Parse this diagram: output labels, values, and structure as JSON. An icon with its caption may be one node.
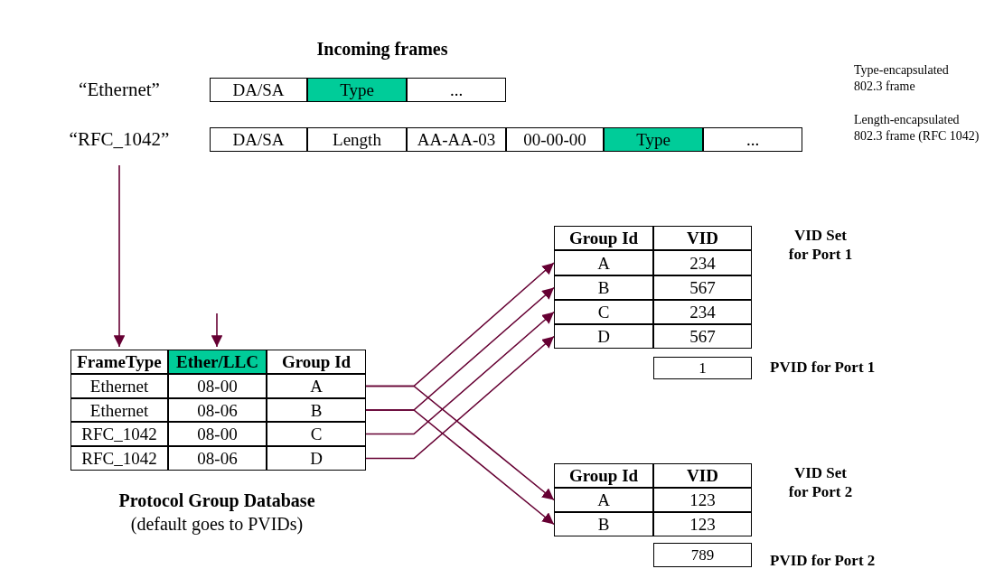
{
  "diagram": {
    "nodes": [
      {
        "text": [
          "“Ethernet”"
        ]
      },
      {
        "text": [
          "DA/SA"
        ]
      },
      {
        "text": [
          "Type"
        ]
      },
      {
        "text": [
          "..."
        ]
      },
      {
        "text": [
          "“RFC_1042”"
        ]
      },
      {
        "text": [
          "DA/SA"
        ]
      },
      {
        "text": [
          "Length"
        ]
      },
      {
        "text": [
          "AA-AA-03"
        ]
      },
      {
        "text": [
          "00-00-00"
        ]
      },
      {
        "text": [
          "Type"
        ]
      },
      {
        "text": [
          "..."
        ]
      },
      {
        "text": [
          "FrameType"
        ]
      },
      {
        "text": [
          "Ether/LLC"
        ]
      },
      {
        "text": [
          "Group Id"
        ]
      },
      {
        "text": [
          "Ethernet"
        ]
      },
      {
        "text": [
          "08-00"
        ]
      },
      {
        "text": [
          "A"
        ]
      },
      {
        "text": [
          "Ethernet"
        ]
      },
      {
        "text": [
          "08-06"
        ]
      },
      {
        "text": [
          "B"
        ]
      },
      {
        "text": [
          "RFC_1042"
        ]
      },
      {
        "text": [
          "08-00"
        ]
      },
      {
        "text": [
          "C"
        ]
      },
      {
        "text": [
          "RFC_1042"
        ]
      },
      {
        "text": [
          "08-06"
        ]
      },
      {
        "text": [
          "D"
        ]
      },
      {
        "text": [
          "Group Id"
        ]
      },
      {
        "text": [
          "VID"
        ]
      },
      {
        "text": [
          "A"
        ]
      },
      {
        "text": [
          "234"
        ]
      },
      {
        "text": [
          "B"
        ]
      },
      {
        "text": [
          "567"
        ]
      },
      {
        "text": [
          "C"
        ]
      },
      {
        "text": [
          "234"
        ]
      },
      {
        "text": [
          "D"
        ]
      },
      {
        "text": [
          "567"
        ]
      },
      {
        "text": [
          "1"
        ]
      },
      {
        "text": [
          "Group Id"
        ]
      },
      {
        "text": [
          "VID"
        ]
      },
      {
        "text": [
          "A"
        ]
      },
      {
        "text": [
          "123"
        ]
      },
      {
        "text": [
          "B"
        ]
      },
      {
        "text": [
          "123"
        ]
      },
      {
        "text": [
          "789"
        ]
      }
    ],
    "edges": [
      {
        "from": 4,
        "to": 11,
        "arrow": "to"
      },
      {
        "from": null,
        "to": 12,
        "arrow": "to"
      },
      {
        "from": 16,
        "to": 28,
        "arrow": "to"
      },
      {
        "from": 19,
        "to": 30,
        "arrow": "to"
      },
      {
        "from": 22,
        "to": 32,
        "arrow": "to"
      },
      {
        "from": 25,
        "to": 34,
        "arrow": "to"
      },
      {
        "from": 16,
        "to": 39,
        "arrow": "to"
      },
      {
        "from": 19,
        "to": 41,
        "arrow": "to"
      }
    ],
    "labels": [
      "Incoming frames",
      "Type-encapsulated 802.3 frame",
      "Length-encapsulated 802.3 frame (RFC 1042)",
      "VID Set for Port 1",
      "PVID for Port 1",
      "Protocol Group Database",
      "(default goes to PVIDs)",
      "VID Set for Port 2",
      "PVID for Port 2"
    ]
  }
}
